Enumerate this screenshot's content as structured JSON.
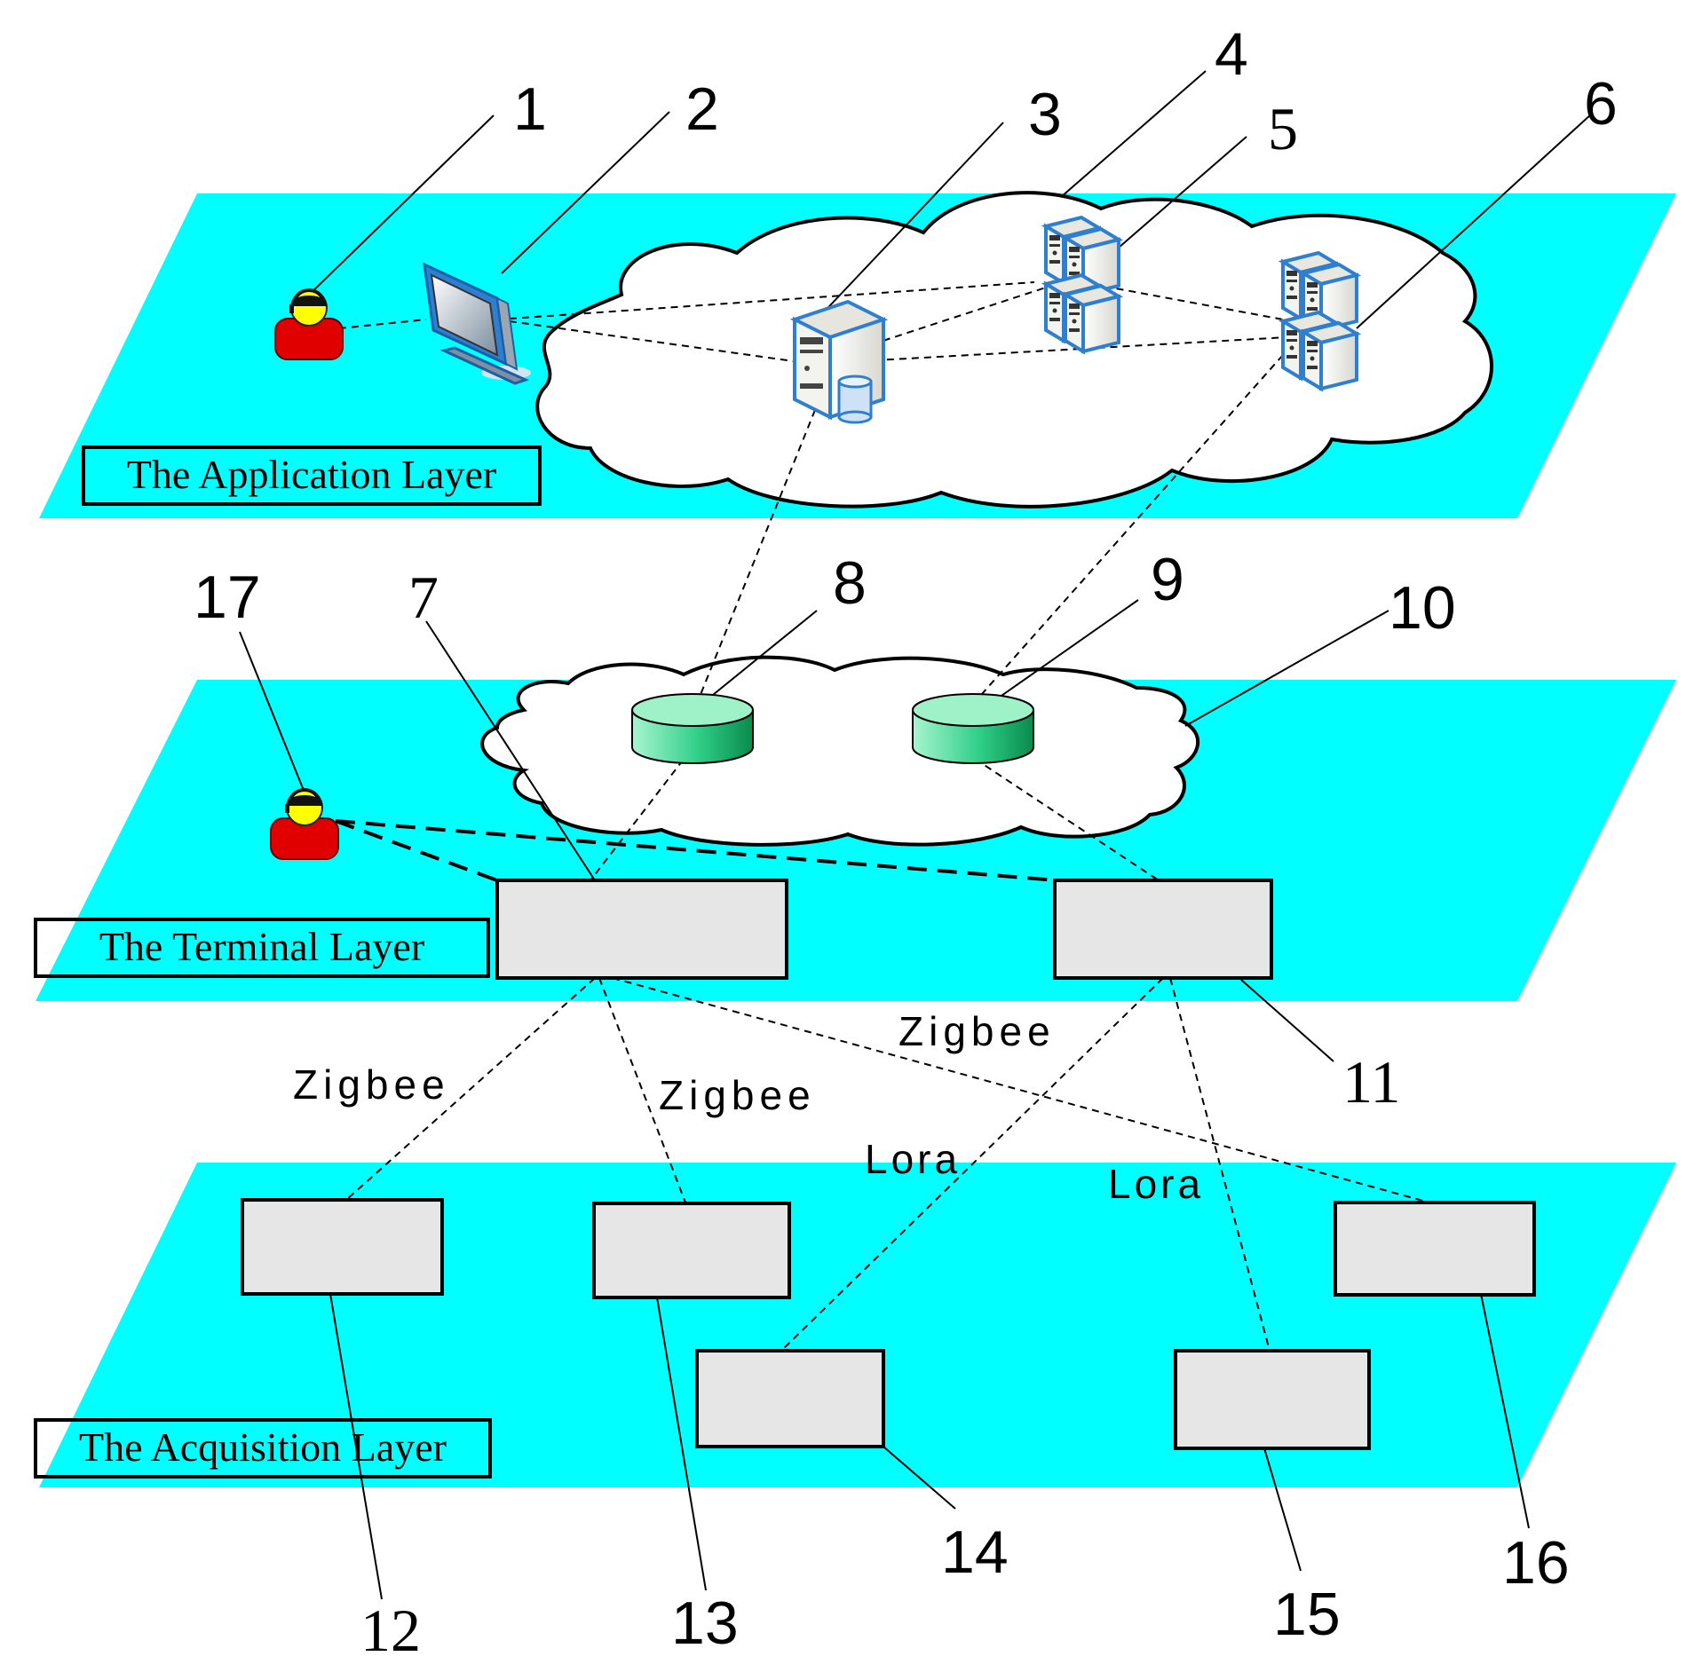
{
  "layers": {
    "application": "The Application Layer",
    "terminal": "The Terminal Layer",
    "acquisition": "The Acquisition Layer"
  },
  "numbers": [
    "1",
    "2",
    "3",
    "4",
    "5",
    "6",
    "7",
    "8",
    "9",
    "10",
    "11",
    "12",
    "13",
    "14",
    "15",
    "16",
    "17"
  ],
  "links": {
    "zigbee": "Zigbee",
    "lora": "Lora"
  },
  "colors": {
    "layer_fill": "#00ffff",
    "box_fill": "#e6e6e6",
    "person_body": "#e00000",
    "person_face": "#ffff00",
    "storage_green": "#20c080",
    "server_blue": "#2f7fd0"
  },
  "icons": {
    "person": "operator-icon",
    "monitor": "monitor-icon",
    "server": "server-icon",
    "server_rack": "server-rack-icon",
    "storage": "storage-drum-icon",
    "cloud": "cloud-icon"
  }
}
